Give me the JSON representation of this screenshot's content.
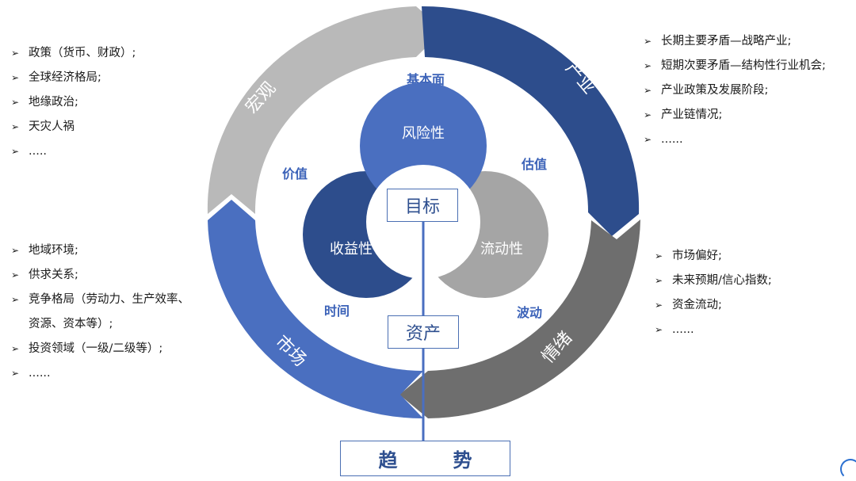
{
  "ring": {
    "macro": "宏观",
    "industry": "产业",
    "sentiment": "情绪",
    "market": "市场"
  },
  "inner_labels": {
    "fundamentals": "基本面",
    "value": "价值",
    "valuation": "估值",
    "time": "时间",
    "volatility": "波动"
  },
  "circles": {
    "risk": "风险性",
    "return": "收益性",
    "liquidity": "流动性"
  },
  "boxes": {
    "target": "目标",
    "asset": "资产",
    "trend_1": "趋",
    "trend_2": "势"
  },
  "lists": {
    "macro": [
      "政策（货币、财政）;",
      "全球经济格局;",
      "地缘政治;",
      "天灾人祸",
      "....."
    ],
    "industry": [
      "长期主要矛盾—战略产业;",
      "短期次要矛盾—结构性行业机会;",
      "产业政策及发展阶段;",
      "产业链情况;",
      "......"
    ],
    "sentiment": [
      "市场偏好;",
      "未来预期/信心指数;",
      "资金流动;",
      "......"
    ],
    "market": [
      "地域环境;",
      "供求关系;",
      "竞争格局（劳动力、生产效率、",
      "资源、资本等）;",
      "投资领域（一级/二级等）;",
      "......"
    ]
  },
  "colors": {
    "dark_blue": "#2d4d8c",
    "mid_blue": "#4a6fc0",
    "gray_dark": "#6e6e6e",
    "gray_light": "#b9b9b9",
    "label_blue": "#3b62b8"
  }
}
